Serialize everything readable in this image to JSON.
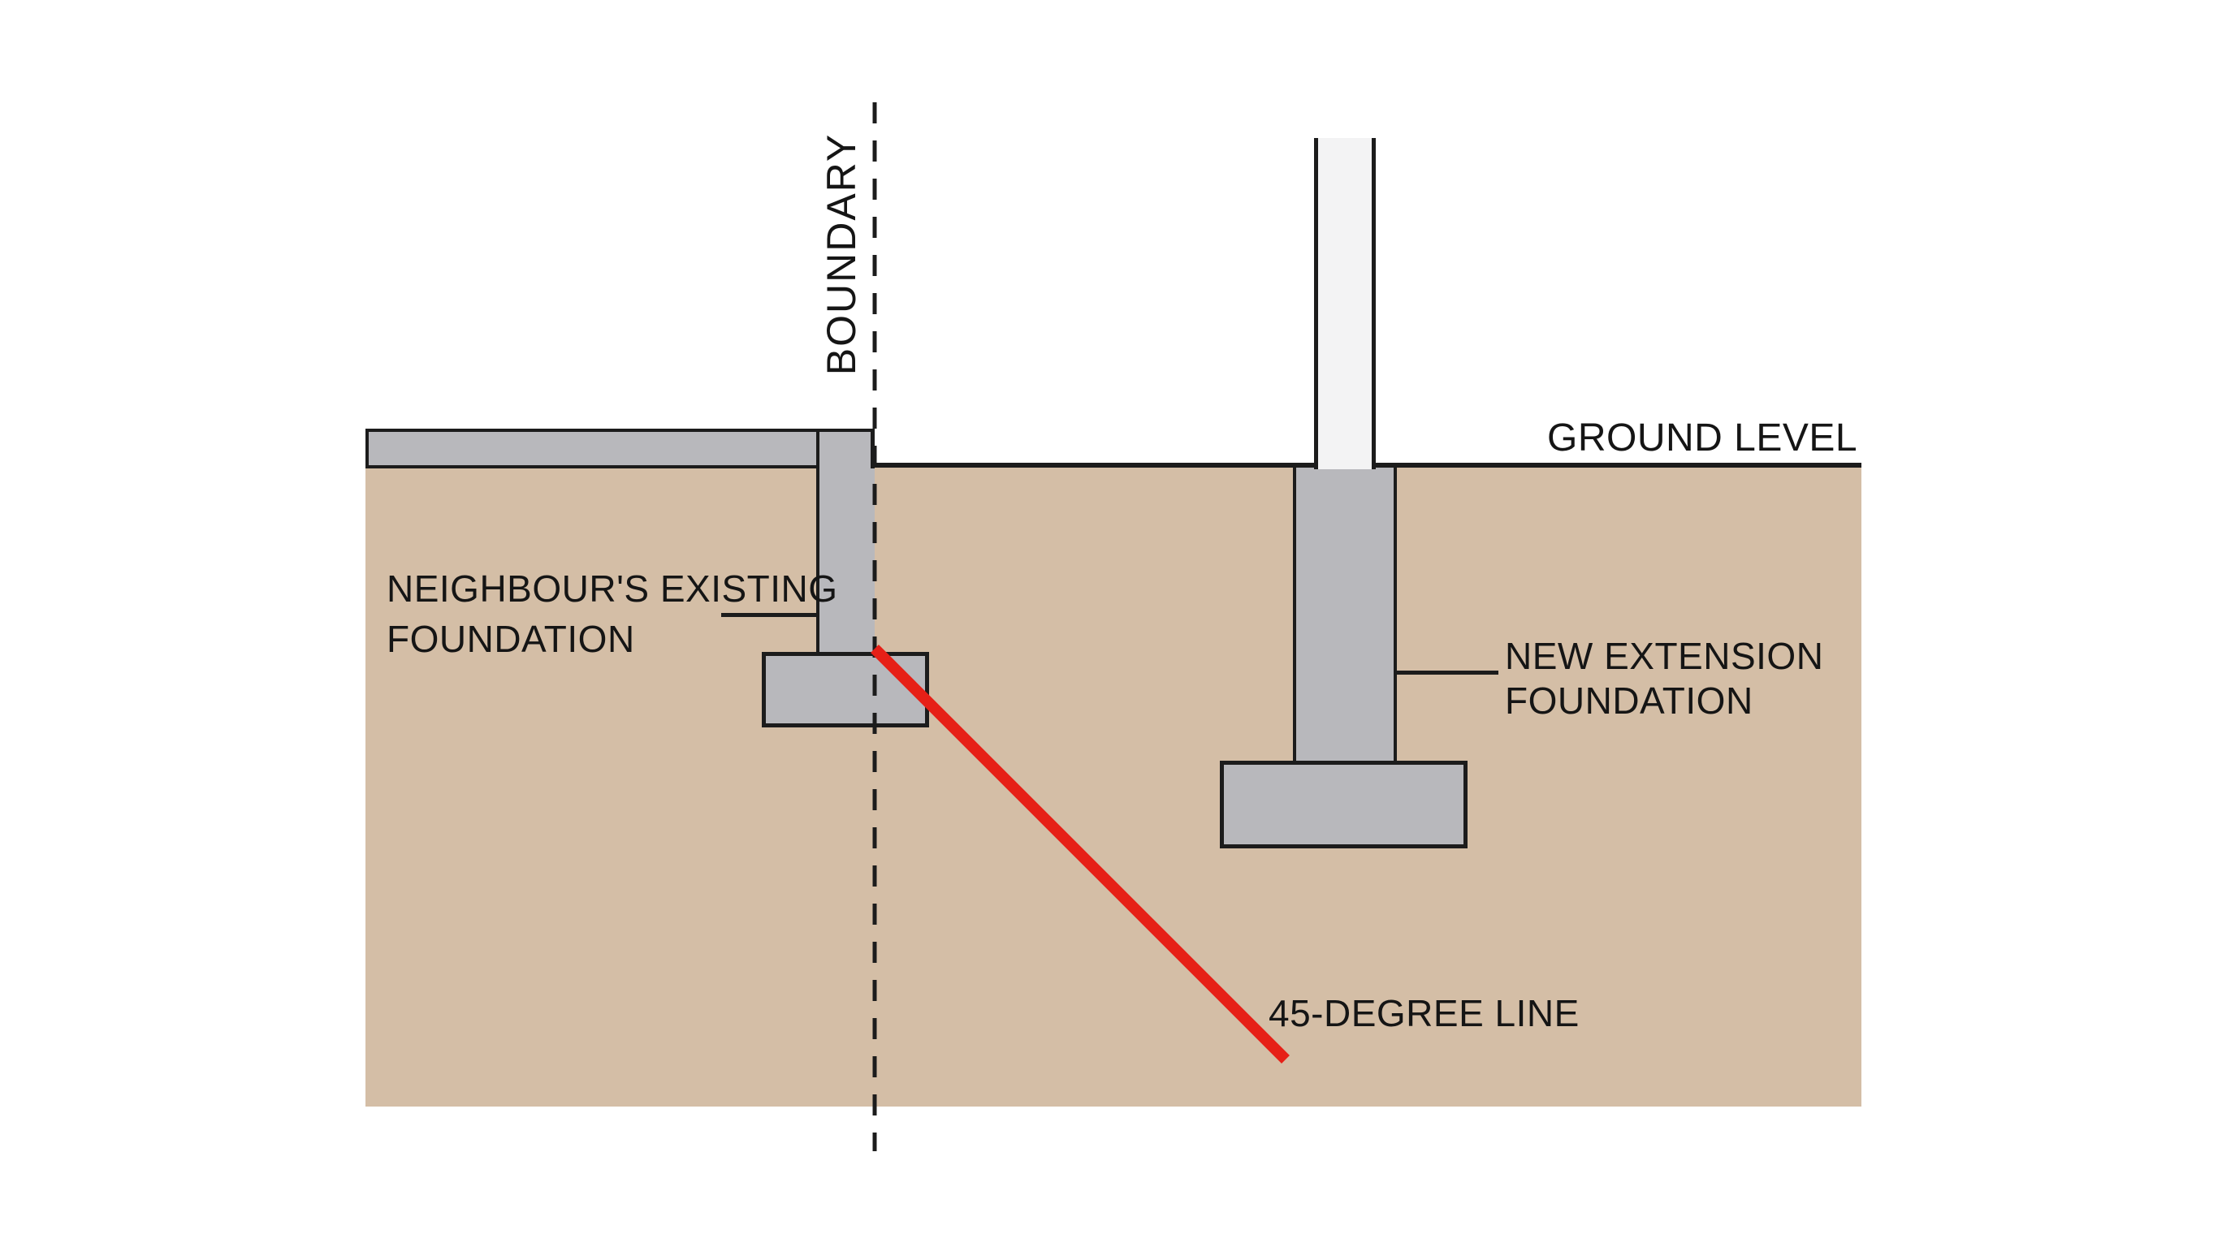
{
  "labels": {
    "boundary": "BOUNDARY",
    "ground_level": "GROUND LEVEL",
    "neighbour_line1": "NEIGHBOUR'S EXISTING",
    "neighbour_line2": "FOUNDATION",
    "extension_line1": "NEW EXTENSION",
    "extension_line2": "FOUNDATION",
    "degree_line": "45-DEGREE LINE"
  },
  "colors": {
    "background": "#ffffff",
    "soil": "#d4bea6",
    "concrete": "#b8b8bc",
    "wall_above_ground": "#f3f3f4",
    "line": "#1c1c1c",
    "red_line": "#e62017",
    "text": "#151515"
  }
}
